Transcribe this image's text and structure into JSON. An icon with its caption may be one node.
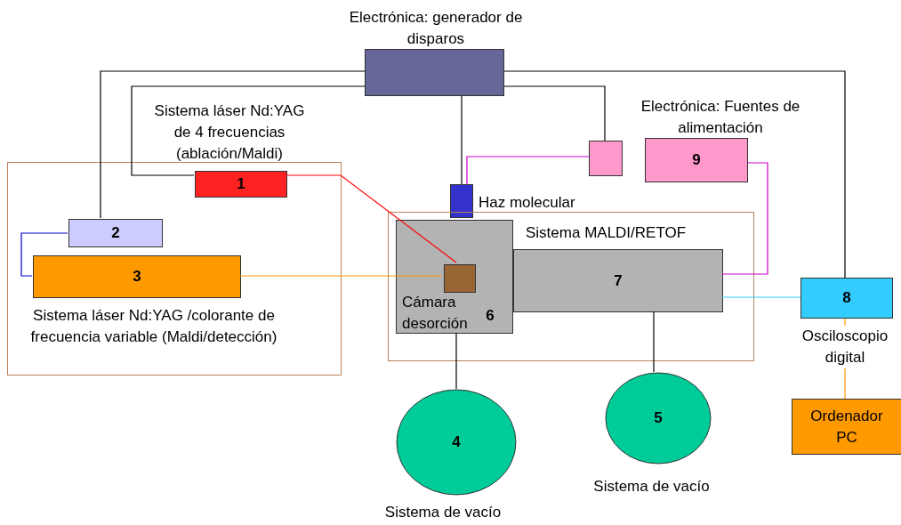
{
  "diagram": {
    "nodes": [
      {
        "text": [
          "Electrónica: generador de disparos"
        ]
      },
      {
        "text": [],
        "shape": "box"
      },
      {
        "text": [
          "1"
        ],
        "in": 1,
        "beside": [
          "Sistema láser Nd:YAG de 4 frecuencias (ablación/Maldi)"
        ]
      },
      {
        "text": [
          "2"
        ],
        "in": 1
      },
      {
        "text": [
          "3"
        ],
        "in": 1,
        "beside": [
          "Sistema láser Nd:YAG /colorante de frecuencia variable (Maldi/detección)"
        ]
      },
      {
        "text": [],
        "shape": "box"
      },
      {
        "text": [
          "Electrónica: Fuentes de alimentación",
          "9"
        ]
      },
      {
        "text": [],
        "shape": "box",
        "beside": [
          "Haz molecular"
        ]
      },
      {
        "text": [
          "Sistema MALDI/RETOF"
        ]
      },
      {
        "text": [
          "Cámara desorción",
          "6"
        ],
        "in": 8
      },
      {
        "text": [],
        "shape": "box",
        "in": 9
      },
      {
        "text": [
          "7"
        ],
        "in": 8
      },
      {
        "text": [
          "8"
        ],
        "beside": [
          "Osciloscopio digital"
        ]
      },
      {
        "text": [
          "Ordenador PC"
        ]
      },
      {
        "text": [
          "4"
        ],
        "beside": [
          "Sistema de vacío"
        ]
      },
      {
        "text": [
          "5"
        ],
        "beside": [
          "Sistema de vacío"
        ]
      }
    ],
    "edges": [
      {
        "from": 0,
        "to": 3,
        "arrow": "none"
      },
      {
        "from": 0,
        "to": 2,
        "arrow": "none"
      },
      {
        "from": 0,
        "to": 5,
        "arrow": "none"
      },
      {
        "from": 0,
        "to": 12,
        "arrow": "none"
      },
      {
        "from": 0,
        "to": 7,
        "arrow": "none"
      },
      {
        "from": 5,
        "to": 7,
        "arrow": "none",
        "color": "#cc00cc"
      },
      {
        "from": 6,
        "to": 11,
        "arrow": "none",
        "color": "#cc00cc"
      },
      {
        "from": 2,
        "to": 10,
        "arrow": "none",
        "color": "#ff0000"
      },
      {
        "from": 3,
        "to": 4,
        "arrow": "none",
        "color": "#0000cc"
      },
      {
        "from": 4,
        "to": 10,
        "arrow": "none",
        "color": "#ff9900"
      },
      {
        "from": 11,
        "to": 12,
        "arrow": "none",
        "color": "#33ccff"
      },
      {
        "from": 12,
        "to": 13,
        "arrow": "none",
        "color": "#ff9900"
      },
      {
        "from": 9,
        "to": 14,
        "arrow": "none"
      },
      {
        "from": 11,
        "to": 15,
        "arrow": "none"
      }
    ]
  }
}
